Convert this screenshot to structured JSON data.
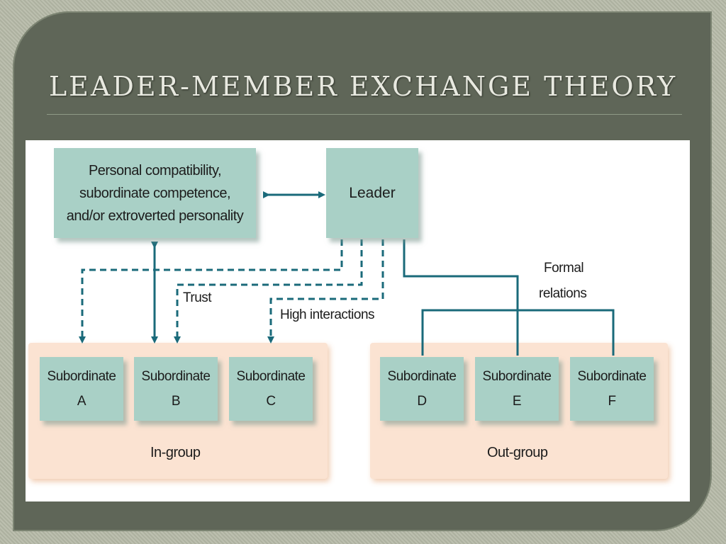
{
  "slide": {
    "title": "Leader-Member Exchange Theory"
  },
  "diagram": {
    "factors_box": {
      "line1": "Personal compatibility,",
      "line2": "subordinate competence,",
      "line3": "and/or extroverted personality"
    },
    "leader": "Leader",
    "labels": {
      "trust": "Trust",
      "high_interactions": "High interactions",
      "formal_relations_1": "Formal",
      "formal_relations_2": "relations"
    },
    "in_group": {
      "label": "In-group",
      "subordinates": [
        {
          "title": "Subordinate",
          "id": "A"
        },
        {
          "title": "Subordinate",
          "id": "B"
        },
        {
          "title": "Subordinate",
          "id": "C"
        }
      ]
    },
    "out_group": {
      "label": "Out-group",
      "subordinates": [
        {
          "title": "Subordinate",
          "id": "D"
        },
        {
          "title": "Subordinate",
          "id": "E"
        },
        {
          "title": "Subordinate",
          "id": "F"
        }
      ]
    },
    "colors": {
      "line": "#1a6a7a",
      "box": "#a9d0c6",
      "group_background": "#fbe3d2",
      "slide_background": "#5f6658"
    }
  }
}
